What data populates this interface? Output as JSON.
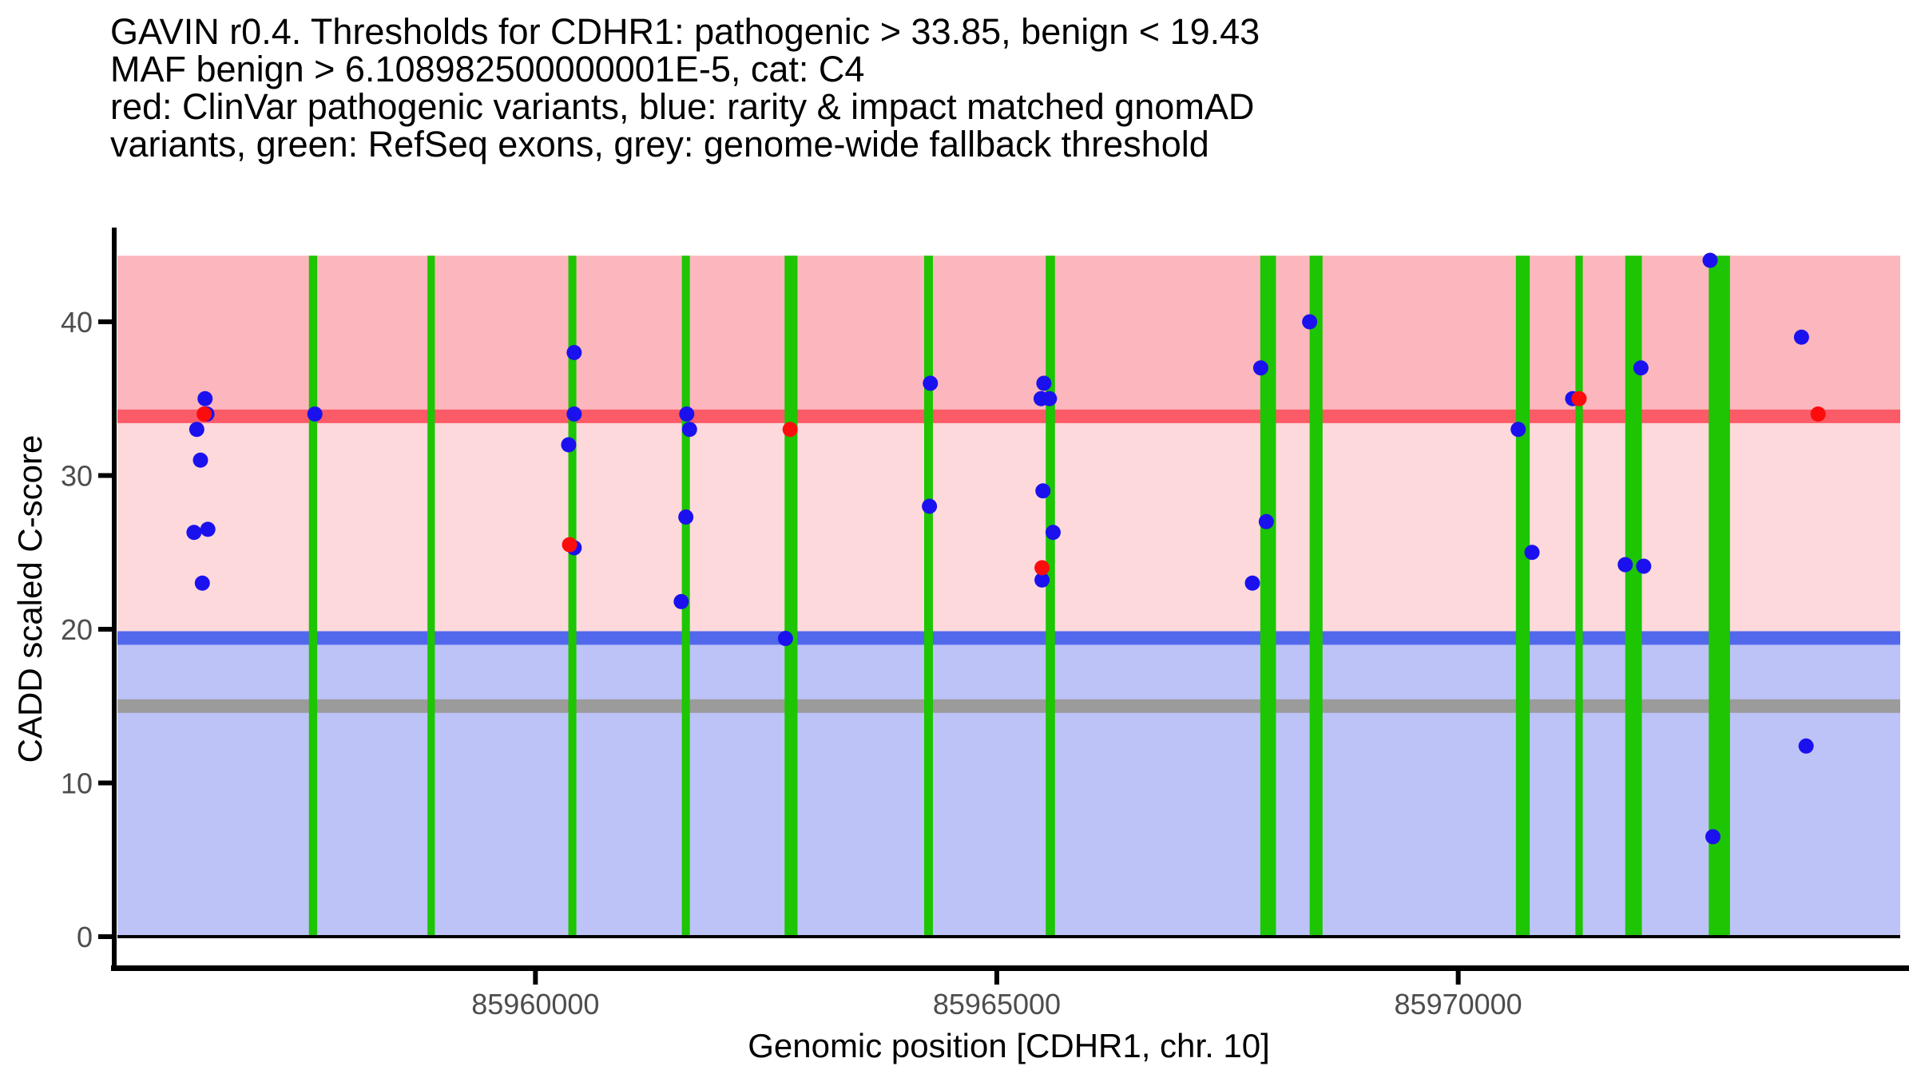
{
  "title": {
    "lines": [
      "GAVIN r0.4. Thresholds for CDHR1: pathogenic > 33.85, benign < 19.43",
      "MAF benign > 6.108982500000001E-5, cat: C4",
      "red: ClinVar pathogenic variants, blue: rarity & impact matched gnomAD",
      "variants, green: RefSeq exons, grey: genome-wide fallback threshold"
    ]
  },
  "chart_data": {
    "type": "scatter",
    "title": "GAVIN r0.4. Thresholds for CDHR1",
    "gene": "CDHR1",
    "category": "C4",
    "xlabel": "Genomic position [CDHR1, chr. 10]",
    "ylabel": "CADD scaled C-score",
    "xlim": [
      85955470,
      85974790
    ],
    "ylim": [
      -2.1,
      46.1
    ],
    "fill_top": 44.3,
    "grid": false,
    "legend_position": "none",
    "x_ticks": [
      {
        "value": 85960000,
        "label": "85960000"
      },
      {
        "value": 85965000,
        "label": "85965000"
      },
      {
        "value": 85970000,
        "label": "85970000"
      }
    ],
    "y_ticks": [
      {
        "value": 0,
        "label": "0"
      },
      {
        "value": 10,
        "label": "10"
      },
      {
        "value": 20,
        "label": "20"
      },
      {
        "value": 30,
        "label": "30"
      },
      {
        "value": 40,
        "label": "40"
      }
    ],
    "thresholds": {
      "pathogenic": {
        "value": 33.85,
        "color": "#fb5b67",
        "name": "pathogenic threshold"
      },
      "benign": {
        "value": 19.43,
        "color": "#5168ec",
        "name": "benign threshold"
      },
      "fallback": {
        "value": 15,
        "color": "#9b9b9b",
        "name": "genome-wide fallback threshold"
      }
    },
    "maf_benign": "6.108982500000001E-5",
    "regions": [
      {
        "name": "pathogenic-region",
        "from": 33.85,
        "to": 44.3,
        "color": "#fbb7bd"
      },
      {
        "name": "vous-region",
        "from": 19.43,
        "to": 33.85,
        "color": "#fdd9dc"
      },
      {
        "name": "benign-region",
        "from": 0,
        "to": 19.43,
        "color": "#bdc3f7"
      }
    ],
    "exons": {
      "name": "RefSeq exons",
      "color": "#1dc502",
      "bars": [
        {
          "pos": 85957590,
          "width_bp": 90
        },
        {
          "pos": 85958870,
          "width_bp": 80
        },
        {
          "pos": 85960400,
          "width_bp": 87
        },
        {
          "pos": 85961630,
          "width_bp": 87
        },
        {
          "pos": 85962770,
          "width_bp": 140
        },
        {
          "pos": 85964260,
          "width_bp": 95
        },
        {
          "pos": 85965580,
          "width_bp": 100
        },
        {
          "pos": 85967940,
          "width_bp": 170
        },
        {
          "pos": 85968460,
          "width_bp": 140
        },
        {
          "pos": 85970700,
          "width_bp": 150
        },
        {
          "pos": 85971310,
          "width_bp": 80
        },
        {
          "pos": 85971900,
          "width_bp": 180
        },
        {
          "pos": 85972830,
          "width_bp": 230
        }
      ]
    },
    "series": [
      {
        "name": "rarity & impact matched gnomAD variants",
        "color": "#1b11ee",
        "points": [
          [
            85956420,
            35
          ],
          [
            85956440,
            34
          ],
          [
            85956330,
            33
          ],
          [
            85956370,
            31
          ],
          [
            85956300,
            26.3
          ],
          [
            85956450,
            26.5
          ],
          [
            85956390,
            23
          ],
          [
            85957610,
            34
          ],
          [
            85960420,
            38
          ],
          [
            85960420,
            34
          ],
          [
            85960360,
            32
          ],
          [
            85960420,
            25.3
          ],
          [
            85961640,
            34
          ],
          [
            85961670,
            33
          ],
          [
            85961630,
            27.3
          ],
          [
            85961580,
            21.8
          ],
          [
            85962710,
            19.4
          ],
          [
            85964280,
            36
          ],
          [
            85964270,
            28
          ],
          [
            85965510,
            36
          ],
          [
            85965480,
            35
          ],
          [
            85965570,
            35
          ],
          [
            85965500,
            29
          ],
          [
            85965610,
            26.3
          ],
          [
            85965490,
            23.2
          ],
          [
            85967860,
            37
          ],
          [
            85967920,
            27
          ],
          [
            85967770,
            23
          ],
          [
            85968390,
            40
          ],
          [
            85970650,
            33
          ],
          [
            85970800,
            25
          ],
          [
            85971240,
            35
          ],
          [
            85971980,
            37
          ],
          [
            85971810,
            24.2
          ],
          [
            85972010,
            24.1
          ],
          [
            85972730,
            44
          ],
          [
            85972760,
            6.5
          ],
          [
            85973720,
            39
          ],
          [
            85973770,
            12.4
          ]
        ]
      },
      {
        "name": "ClinVar pathogenic variants",
        "color": "#fb0d0d",
        "points": [
          [
            85956410,
            34
          ],
          [
            85960370,
            25.5
          ],
          [
            85962760,
            33
          ],
          [
            85965490,
            24
          ],
          [
            85971310,
            35
          ],
          [
            85973900,
            34
          ]
        ]
      }
    ]
  },
  "colors": {
    "axis_text": "#4d4d4d",
    "axis_line": "#000000",
    "background": "#ffffff",
    "zero_line": "#000000"
  }
}
